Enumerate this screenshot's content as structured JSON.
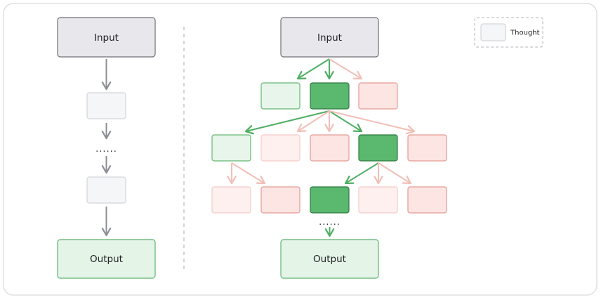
{
  "left_panel": {
    "input_label": "Input",
    "output_label": "Output",
    "ellipsis": "......"
  },
  "right_panel": {
    "input_label": "Input",
    "output_label": "Output",
    "ellipsis": "......"
  },
  "legend": {
    "label": "Thought"
  },
  "colors": {
    "io_fill": "#e8e8ec",
    "io_stroke": "#6f7075",
    "output_fill": "#e4f4e7",
    "output_stroke": "#5cb56d",
    "thought_fill": "#f5f6f8",
    "thought_stroke": "#d3d5da",
    "selected_fill": "#5ab86f",
    "selected_stroke": "#2f7a3e",
    "visited_fill": "#e7f5ea",
    "visited_stroke": "#63b774",
    "pruned_fill": "#fde5e3",
    "pruned_stroke": "#e49a92",
    "faint_fill": "#fdf0ef",
    "faint_stroke": "#f4cbc6",
    "arrow_gray": "#8c8f96",
    "arrow_green": "#4fae64",
    "arrow_pink": "#f1bfb7"
  }
}
